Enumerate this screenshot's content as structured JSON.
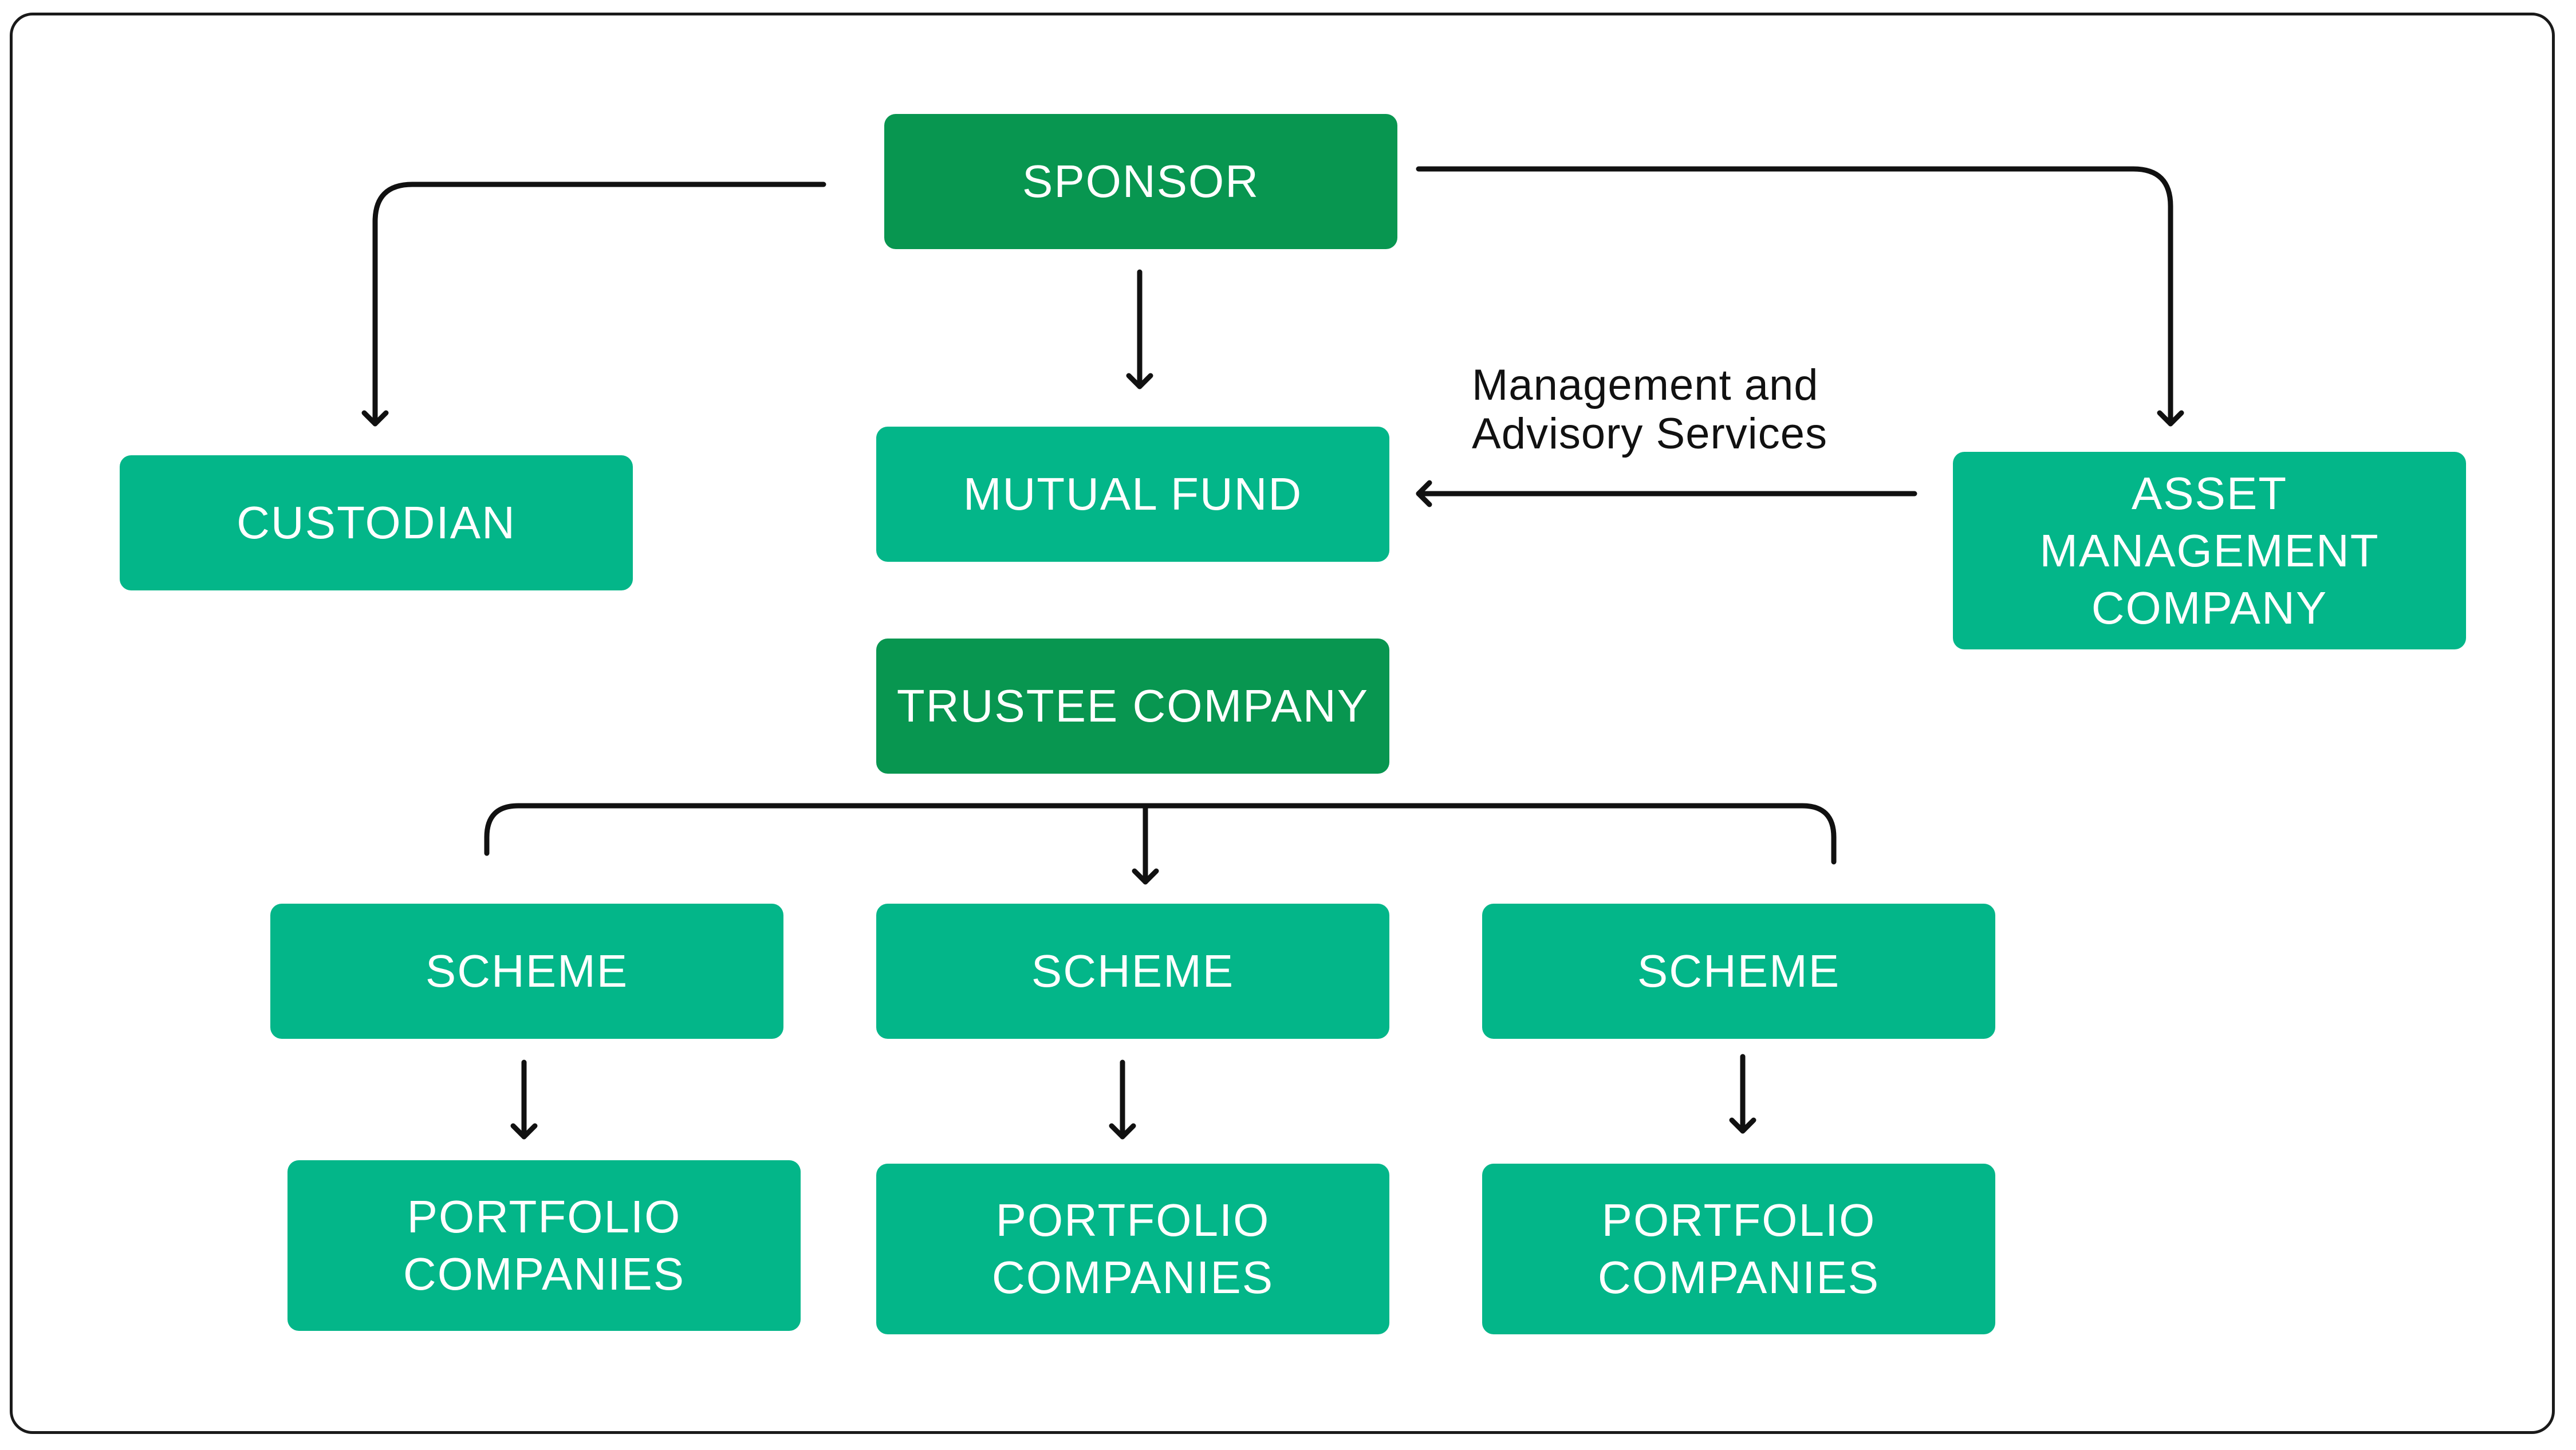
{
  "nodes": {
    "sponsor": "SPONSOR",
    "custodian": "CUSTODIAN",
    "mutual_fund": "MUTUAL FUND",
    "amc": "ASSET\nMANAGEMENT\nCOMPANY",
    "trustee": "TRUSTEE COMPANY",
    "scheme_1": "SCHEME",
    "scheme_2": "SCHEME",
    "scheme_3": "SCHEME",
    "portfolio_1": "PORTFOLIO\nCOMPANIES",
    "portfolio_2": "PORTFOLIO\nCOMPANIES",
    "portfolio_3": "PORTFOLIO\nCOMPANIES"
  },
  "edge_labels": {
    "amc_to_fund": "Management and\nAdvisory Services"
  },
  "colors": {
    "dark_green": "#089650",
    "light_green": "#03b689",
    "line": "#111111",
    "text_on_node": "#ffffff"
  }
}
